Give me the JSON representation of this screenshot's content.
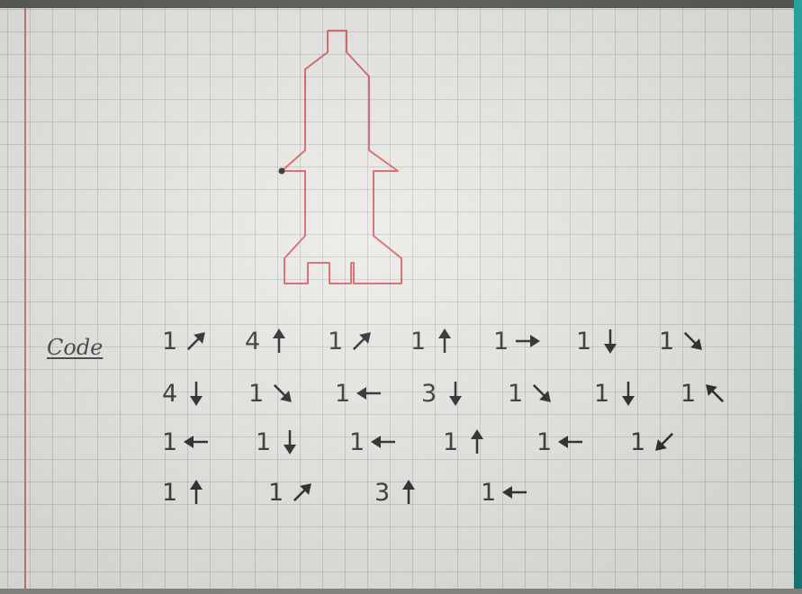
{
  "drawing": {
    "label": "Code"
  },
  "code_rows": [
    [
      {
        "n": "1",
        "dir": "ne"
      },
      {
        "n": "4",
        "dir": "up"
      },
      {
        "n": "1",
        "dir": "ne"
      },
      {
        "n": "1",
        "dir": "up"
      },
      {
        "n": "1",
        "dir": "right"
      },
      {
        "n": "1",
        "dir": "down"
      },
      {
        "n": "1",
        "dir": "se"
      }
    ],
    [
      {
        "n": "4",
        "dir": "down"
      },
      {
        "n": "1",
        "dir": "se"
      },
      {
        "n": "1",
        "dir": "left"
      },
      {
        "n": "3",
        "dir": "down"
      },
      {
        "n": "1",
        "dir": "se"
      },
      {
        "n": "1",
        "dir": "down"
      },
      {
        "n": "1",
        "dir": "nw"
      }
    ],
    [
      {
        "n": "1",
        "dir": "left"
      },
      {
        "n": "1",
        "dir": "down"
      },
      {
        "n": "1",
        "dir": "left"
      },
      {
        "n": "1",
        "dir": "up"
      },
      {
        "n": "1",
        "dir": "left"
      },
      {
        "n": "1",
        "dir": "sw"
      }
    ],
    [
      {
        "n": "1",
        "dir": "up"
      },
      {
        "n": "1",
        "dir": "ne"
      },
      {
        "n": "3",
        "dir": "up"
      },
      {
        "n": "1",
        "dir": "left"
      }
    ]
  ],
  "colors": {
    "rocket": "#d9646b",
    "ink": "#2e2e2e",
    "paper": "#ecebe7"
  }
}
